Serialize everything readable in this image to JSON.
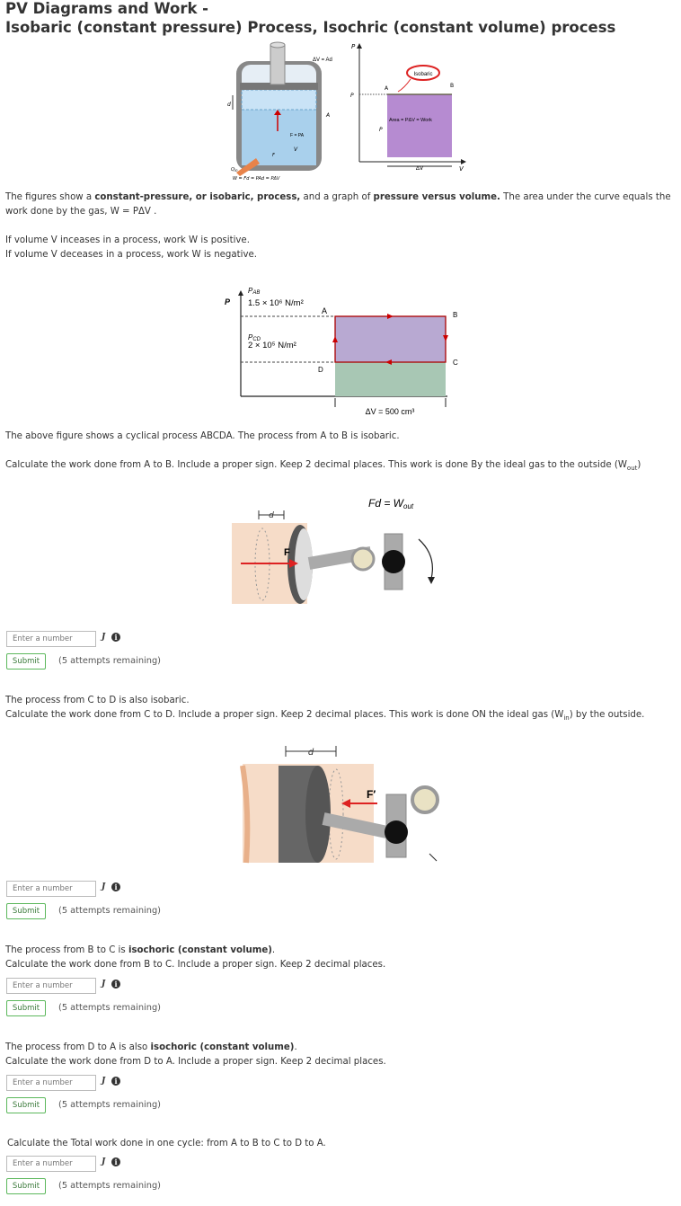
{
  "header": {
    "title_line1": "PV Diagrams and Work  -",
    "title_line2": "Isobaric (constant pressure) Process, Isochric (constant volume) process"
  },
  "fig1": {
    "dv_ad": "ΔV = Ad",
    "d": "d",
    "f_pa": "F = PA",
    "a": "A",
    "v": "V",
    "f": "F",
    "qin": "Q",
    "qin_sub": "in",
    "w_label": "W    = Fd = PAd = PΔV",
    "p_axis": "P",
    "p_level": "P",
    "isobaric": "Isobaric",
    "pt_a": "A",
    "pt_b": "B",
    "area": "Area = PΔV = Work",
    "p_small": "P",
    "dv": "ΔV",
    "v_axis": "V"
  },
  "intro": {
    "p1_a": "The figures show a ",
    "p1_b": "constant-pressure, or isobaric, process,",
    "p1_c": " and a graph of ",
    "p1_d": "pressure versus volume.",
    "p1_e": " The area under the curve equals the work done by the gas, W = PΔV .",
    "p2_line1": "If volume V inceases in a process, work W is positive.",
    "p2_line2": "If volume V deceases in a process, work W is negative."
  },
  "fig2": {
    "p_axis": "P",
    "p_ab": "P",
    "p_ab_sub": "AB",
    "p_ab_val": "1.5 × 10⁶ N/m²",
    "p_cd": "P",
    "p_cd_sub": "CD",
    "p_cd_val": "2 × 10⁵ N/m²",
    "a": "A",
    "b": "B",
    "c": "C",
    "d": "D",
    "dv": "ΔV = 500 cm³"
  },
  "q1": {
    "line1": "The above figure shows a cyclical process ABCDA. The process from A to B is isobaric.",
    "line2": "Calculate the work done from A to B. Include a proper sign. Keep 2 decimal places. This work is done By the ideal gas to the outside (W",
    "line2_sub": "out",
    "line2_end": ")"
  },
  "fig3": {
    "fd": "Fd = W",
    "fd_sub": "out",
    "d": "d",
    "f": "F"
  },
  "fig4": {
    "d": "d",
    "f": "F′"
  },
  "q2": {
    "line1": "The process from C to D is  also isobaric.",
    "line2": "Calculate the work done from C to D. Include a proper sign. Keep 2 decimal places.  This work is done ON the ideal gas (W",
    "line2_sub": "in",
    "line2_end": ")  by the outside."
  },
  "q3": {
    "line1_a": "The process from B to C is ",
    "line1_b": "isochoric (constant volume)",
    "line1_c": ".",
    "line2": "Calculate the work done from B to C. Include a proper sign. Keep 2 decimal places."
  },
  "q4": {
    "line1_a": "The process from D to A is also ",
    "line1_b": "isochoric (constant volume)",
    "line1_c": ".",
    "line2": "Calculate the work done from D to A. Include a proper sign. Keep 2 decimal places."
  },
  "q5": {
    "line1": "Calculate the Total work done in one cycle: from A to B to C to D to A."
  },
  "answer": {
    "placeholder": "Enter a number",
    "unit": "J",
    "info": "i",
    "submit": "Submit",
    "attempts": "(5 attempts remaining)"
  }
}
